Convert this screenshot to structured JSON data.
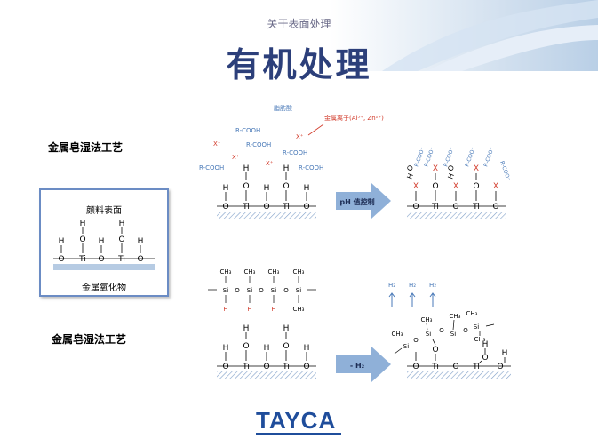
{
  "header": {
    "subtitle": "关于表面处理",
    "title": "有机处理"
  },
  "process1": {
    "label": "金属皂湿法工艺"
  },
  "process2": {
    "label": "金属皂湿法工艺"
  },
  "legend_box": {
    "top_label": "颜料表面",
    "bottom_label": "金属氧化物"
  },
  "diagram1": {
    "fatty_acid": "脂肪酸",
    "metal_ion": "金属离子(Al³⁺, Zn²⁺)",
    "rcooh": "R-COOH",
    "x_plus": "X⁺",
    "arrow_label": "pH 值控制",
    "rcoo": "R-COO⁻",
    "x": "X"
  },
  "diagram2": {
    "ch3": "CH₃",
    "h": "H",
    "h2": "H₂",
    "arrow_label": "- H₂"
  },
  "atoms": {
    "o": "O",
    "ti": "Ti",
    "si": "Si",
    "h": "H"
  },
  "logo": {
    "text": "TAYCA"
  },
  "colors": {
    "title": "#2c3f7a",
    "blue_text": "#4a7ab8",
    "red_text": "#d23a2a",
    "arrow": "#8fb0d8"
  }
}
